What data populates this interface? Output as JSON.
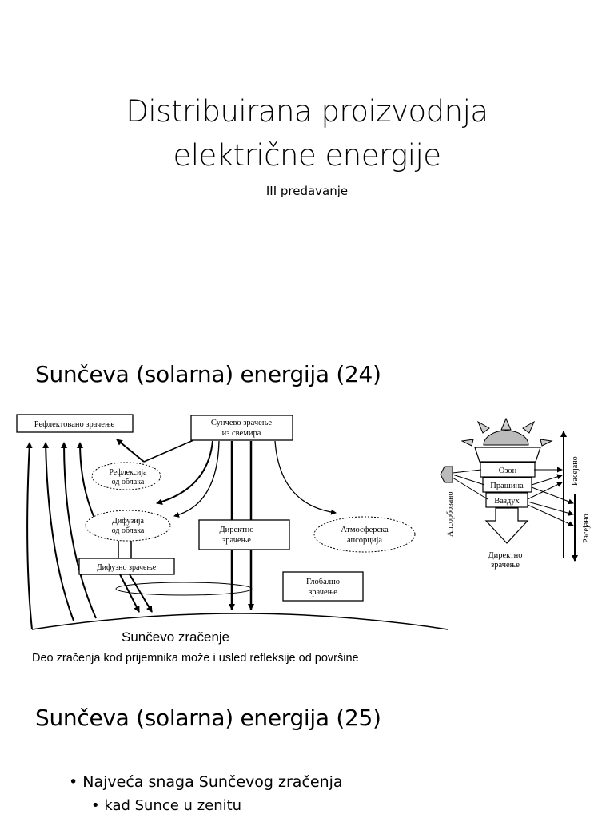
{
  "slide1": {
    "title_line1": "Distribuirana proizvodnja",
    "title_line2": "električne energije",
    "subtitle": "III predavanje"
  },
  "slide2": {
    "heading": "Sunčeva (solarna) energija (24)",
    "diagram_left": {
      "reflected": "Рефлектовано зрачење",
      "from_space_l1": "Сунчево зрачење",
      "from_space_l2": "из свемира",
      "cloud_reflection_l1": "Рефлексија",
      "cloud_reflection_l2": "од облака",
      "cloud_diffusion_l1": "Дифузија",
      "cloud_diffusion_l2": "од облака",
      "diffuse": "Дифузно зрачење",
      "direct_l1": "Директно",
      "direct_l2": "зрачење",
      "atmos_l1": "Атмосферска",
      "atmos_l2": "апсорција",
      "global_l1": "Глобално",
      "global_l2": "зрачење"
    },
    "diagram_right": {
      "ozone": "Озон",
      "dust": "Прашина",
      "air": "Ваздух",
      "absorbed": "Апсорбовано",
      "scattered_top": "Расејано",
      "scattered_bottom": "Расејано",
      "direct_l1": "Директно",
      "direct_l2": "зрачење"
    },
    "caption_title": "Sunčevo zračenje",
    "caption_text": "Deo zračenja kod prijemnika može i usled refleksije od površine"
  },
  "slide3": {
    "heading": "Sunčeva (solarna) energija (25)",
    "bullet1": "• Najveća snaga Sunčevog zračenja",
    "bullet2": "• kad Sunce u zenitu"
  }
}
